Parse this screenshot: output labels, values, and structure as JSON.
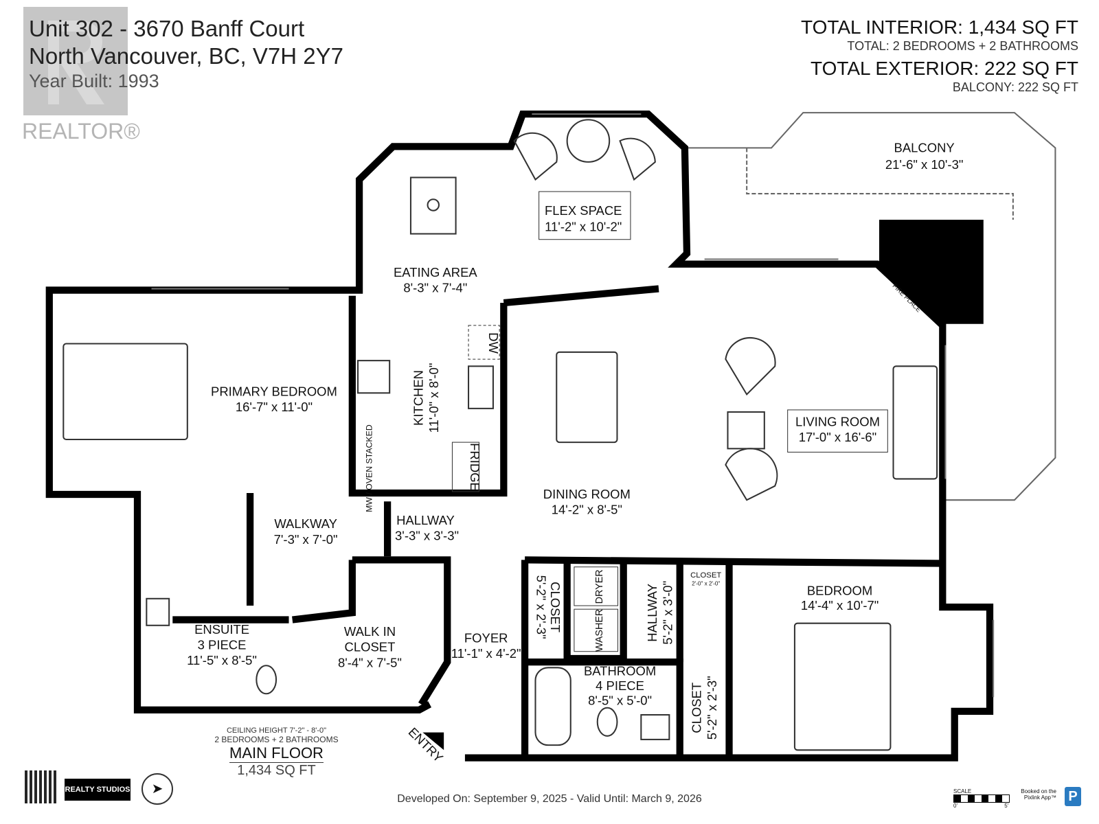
{
  "header": {
    "line1": "Unit 302 - 3670 Banff Court",
    "line2": "North Vancouver, BC, V7H 2Y7",
    "year_built": "Year Built: 1993"
  },
  "realtor_logo": {
    "letter": "R",
    "word": "REALTOR®"
  },
  "totals": {
    "interior": "TOTAL INTERIOR: 1,434 SQ FT",
    "interior_sub": "TOTAL: 2 BEDROOMS + 2 BATHROOMS",
    "exterior": "TOTAL EXTERIOR: 222 SQ FT",
    "exterior_sub": "BALCONY: 222 SQ FT"
  },
  "rooms": {
    "balcony": {
      "name": "BALCONY",
      "dims": "21'-6\" x 10'-3\""
    },
    "flex": {
      "name": "FLEX SPACE",
      "dims": "11'-2\" x 10'-2\""
    },
    "eating": {
      "name": "EATING AREA",
      "dims": "8'-3\" x 7'-4\""
    },
    "kitchen": {
      "name": "KITCHEN",
      "dims": "11'-0\" x 8'-0\""
    },
    "primary": {
      "name": "PRIMARY BEDROOM",
      "dims": "16'-7\" x 11'-0\""
    },
    "living": {
      "name": "LIVING ROOM",
      "dims": "17'-0\" x 16'-6\""
    },
    "dining": {
      "name": "DINING ROOM",
      "dims": "14'-2\" x 8'-5\""
    },
    "walkway": {
      "name": "WALKWAY",
      "dims": "7'-3\" x 7'-0\""
    },
    "hallway1": {
      "name": "HALLWAY",
      "dims": "3'-3\" x 3'-3\""
    },
    "ensuite": {
      "name": "ENSUITE",
      "name2": "3 PIECE",
      "dims": "11'-5\" x 8'-5\""
    },
    "walkin": {
      "name": "WALK IN",
      "name2": "CLOSET",
      "dims": "8'-4\" x 7'-5\""
    },
    "foyer": {
      "name": "FOYER",
      "dims": "11'-1\" x 4'-2\""
    },
    "closet1": {
      "name": "CLOSET",
      "dims": "5'-2\" x 2'-3\""
    },
    "hallway2": {
      "name": "HALLWAY",
      "dims": "5'-2\" x 3'-0\""
    },
    "closet_small": {
      "name": "CLOSET",
      "dims": "2'-0\" x 2'-0\""
    },
    "bedroom": {
      "name": "BEDROOM",
      "dims": "14'-4\" x 10'-7\""
    },
    "bathroom": {
      "name": "BATHROOM",
      "name2": "4 PIECE",
      "dims": "8'-5\" x 5'-0\""
    },
    "closet2": {
      "name": "CLOSET",
      "dims": "5'-2\" x 2'-3\""
    }
  },
  "fixtures": {
    "dw": "DW",
    "fridge": "FRIDGE",
    "mw": "MW / OVEN STACKED",
    "washer": "WASHER",
    "dryer": "DRYER",
    "fireplace": "FIRE PLACE",
    "entry": "ENTRY"
  },
  "floor_summary": {
    "ceiling": "CEILING HEIGHT 7'-2\" - 8'-0\"",
    "beds_baths": "2 BEDROOMS + 2 BATHROOMS",
    "floor_name": "MAIN FLOOR",
    "area": "1,434 SQ FT"
  },
  "branding": {
    "realty": "REALTY STUDIOS",
    "scale_label": "SCALE",
    "scale_0": "0'",
    "scale_5": "5'",
    "booked": "Booked on the Pixlink App™",
    "p": "P"
  },
  "footer": {
    "developed": "Developed On: September 9, 2025 - Valid Until: March 9, 2026"
  }
}
